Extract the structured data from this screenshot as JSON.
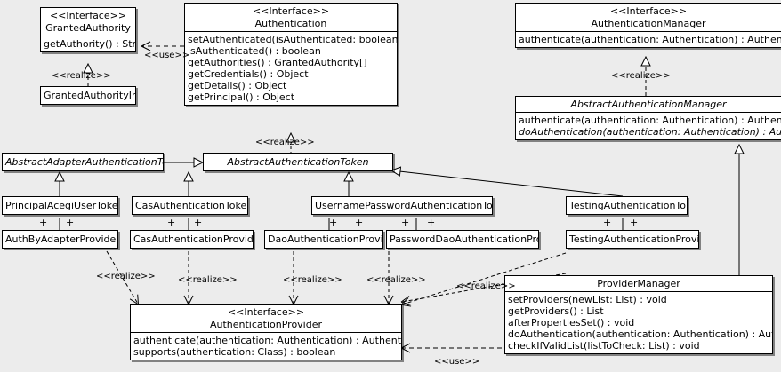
{
  "diagram": {
    "type": "uml-class-diagram",
    "background": "#ececec",
    "box_fill": "#ffffff",
    "line_color": "#000000"
  },
  "classes": {
    "granted_authority": {
      "stereotype": "<<Interface>>",
      "name": "GrantedAuthority",
      "operations": [
        "getAuthority() : String"
      ]
    },
    "granted_authority_impl": {
      "name": "GrantedAuthorityImpl",
      "operations": []
    },
    "authentication": {
      "stereotype": "<<Interface>>",
      "name": "Authentication",
      "operations": [
        "setAuthenticated(isAuthenticated: boolean) : void",
        "isAuthenticated() : boolean",
        "getAuthorities() : GrantedAuthority[]",
        "getCredentials() : Object",
        "getDetails() : Object",
        "getPrincipal() : Object"
      ]
    },
    "authentication_manager": {
      "stereotype": "<<Interface>>",
      "name": "AuthenticationManager",
      "operations": [
        "authenticate(authentication: Authentication) : Authentication"
      ]
    },
    "abstract_authentication_manager": {
      "name": "AbstractAuthenticationManager",
      "abstract": true,
      "operations": [
        "authenticate(authentication: Authentication) : Authentication",
        "doAuthentication(authentication: Authentication) : Authentication"
      ],
      "abstract_operations": [
        false,
        true
      ]
    },
    "abstract_adapter_authentication_token": {
      "name": "AbstractAdapterAuthenticationToken",
      "abstract": true,
      "operations": []
    },
    "abstract_authentication_token": {
      "name": "AbstractAuthenticationToken",
      "abstract": true,
      "operations": []
    },
    "principal_acegi_user_token": {
      "name": "PrincipalAcegiUserToken",
      "operations": []
    },
    "cas_authentication_token": {
      "name": "CasAuthenticationToken",
      "operations": []
    },
    "username_password_authentication_token": {
      "name": "UsernamePasswordAuthenticationToken",
      "operations": []
    },
    "testing_authentication_token": {
      "name": "TestingAuthenticationToken",
      "operations": []
    },
    "auth_by_adapter_provider": {
      "name": "AuthByAdapterProvider",
      "operations": []
    },
    "cas_authentication_provider": {
      "name": "CasAuthenticationProvider",
      "operations": []
    },
    "dao_authentication_provider": {
      "name": "DaoAuthenticationProvider",
      "operations": []
    },
    "password_dao_authentication_provider": {
      "name": "PasswordDaoAuthenticationProvider",
      "operations": []
    },
    "testing_authentication_provider": {
      "name": "TestingAuthenticationProvider",
      "operations": []
    },
    "authentication_provider": {
      "stereotype": "<<Interface>>",
      "name": "AuthenticationProvider",
      "operations": [
        "authenticate(authentication: Authentication) : Authentication",
        "supports(authentication: Class) : boolean"
      ]
    },
    "provider_manager": {
      "name": "ProviderManager",
      "operations": [
        "setProviders(newList: List) : void",
        "getProviders() : List",
        "afterPropertiesSet() : void",
        "doAuthentication(authentication: Authentication) : Authentication",
        "checkIfValidList(listToCheck: List) : void"
      ]
    }
  },
  "relationship_labels": {
    "use_top": "<<use>>",
    "realize_granted_authority": "<<realize>>",
    "realize_authentication": "<<realize>>",
    "realize_auth_manager": "<<realize>>",
    "realize_provider_1": "<<realize>>",
    "realize_provider_2": "<<realize>>",
    "realize_provider_3": "<<realize>>",
    "realize_provider_4": "<<realize>>",
    "realize_provider_manager": "<<realize>>",
    "use_bottom": "<<use>>"
  },
  "association_markers": {
    "plus": "+"
  }
}
